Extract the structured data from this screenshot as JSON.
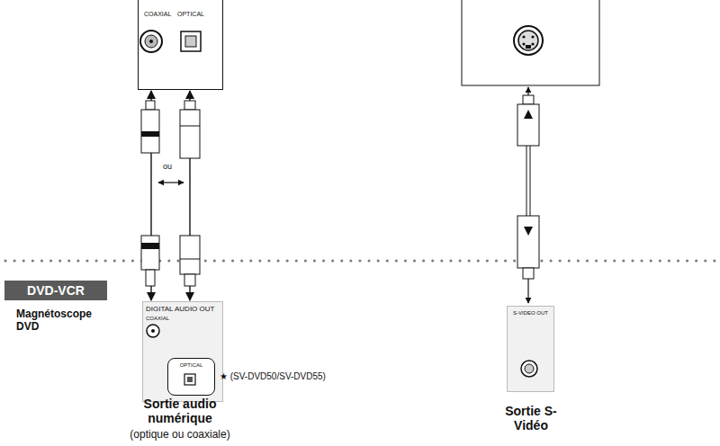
{
  "diagram": {
    "nodes": [
      {
        "text": [
          "COAXIAL",
          "OPTICAL"
        ]
      },
      {
        "text": [
          "DVD-VCR"
        ]
      },
      {
        "text": [
          "DIGITAL AUDIO OUT",
          "COAXIAL"
        ]
      },
      {
        "text": [
          "OPTICAL"
        ],
        "in": 2
      },
      {
        "text": [
          "S-VIDEO OUT"
        ]
      }
    ],
    "edges": [
      {
        "from": 0,
        "to": 2,
        "arrow": "both"
      },
      {
        "from": 0,
        "to": 2,
        "arrow": "both"
      }
    ],
    "labels": [
      "ou",
      "Magnétoscope DVD",
      "★ (SV-DVD50/SV-DVD55)",
      "Sortie audio numérique",
      "(optique ou coaxiale)",
      "Sortie S-Vidéo"
    ]
  }
}
